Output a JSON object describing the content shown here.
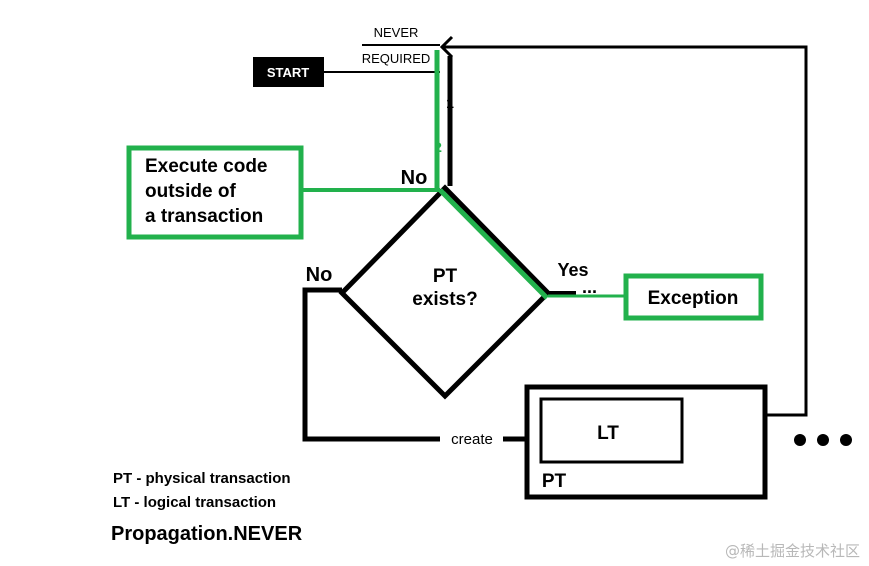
{
  "labels": {
    "never": "NEVER",
    "required": "REQUIRED",
    "start": "START",
    "step1": "1",
    "step2": "2",
    "no_top": "No",
    "no_left": "No",
    "yes": "Yes",
    "dots_small": "...",
    "decision_line1": "PT",
    "decision_line2": "exists?",
    "execute_line1": "Execute code",
    "execute_line2": "outside of",
    "execute_line3": "a transaction",
    "exception": "Exception",
    "create": "create",
    "lt_box": "LT",
    "pt_box": "PT",
    "legend_pt": "PT - physical transaction",
    "legend_lt": "LT - logical transaction",
    "caption": "Propagation.NEVER",
    "watermark": "@稀土掘金技术社区"
  },
  "colors": {
    "line": "#000000",
    "highlight": "#22b14c",
    "start_bg": "#000000",
    "start_text": "#ffffff",
    "watermark": "#b8b8b8"
  }
}
